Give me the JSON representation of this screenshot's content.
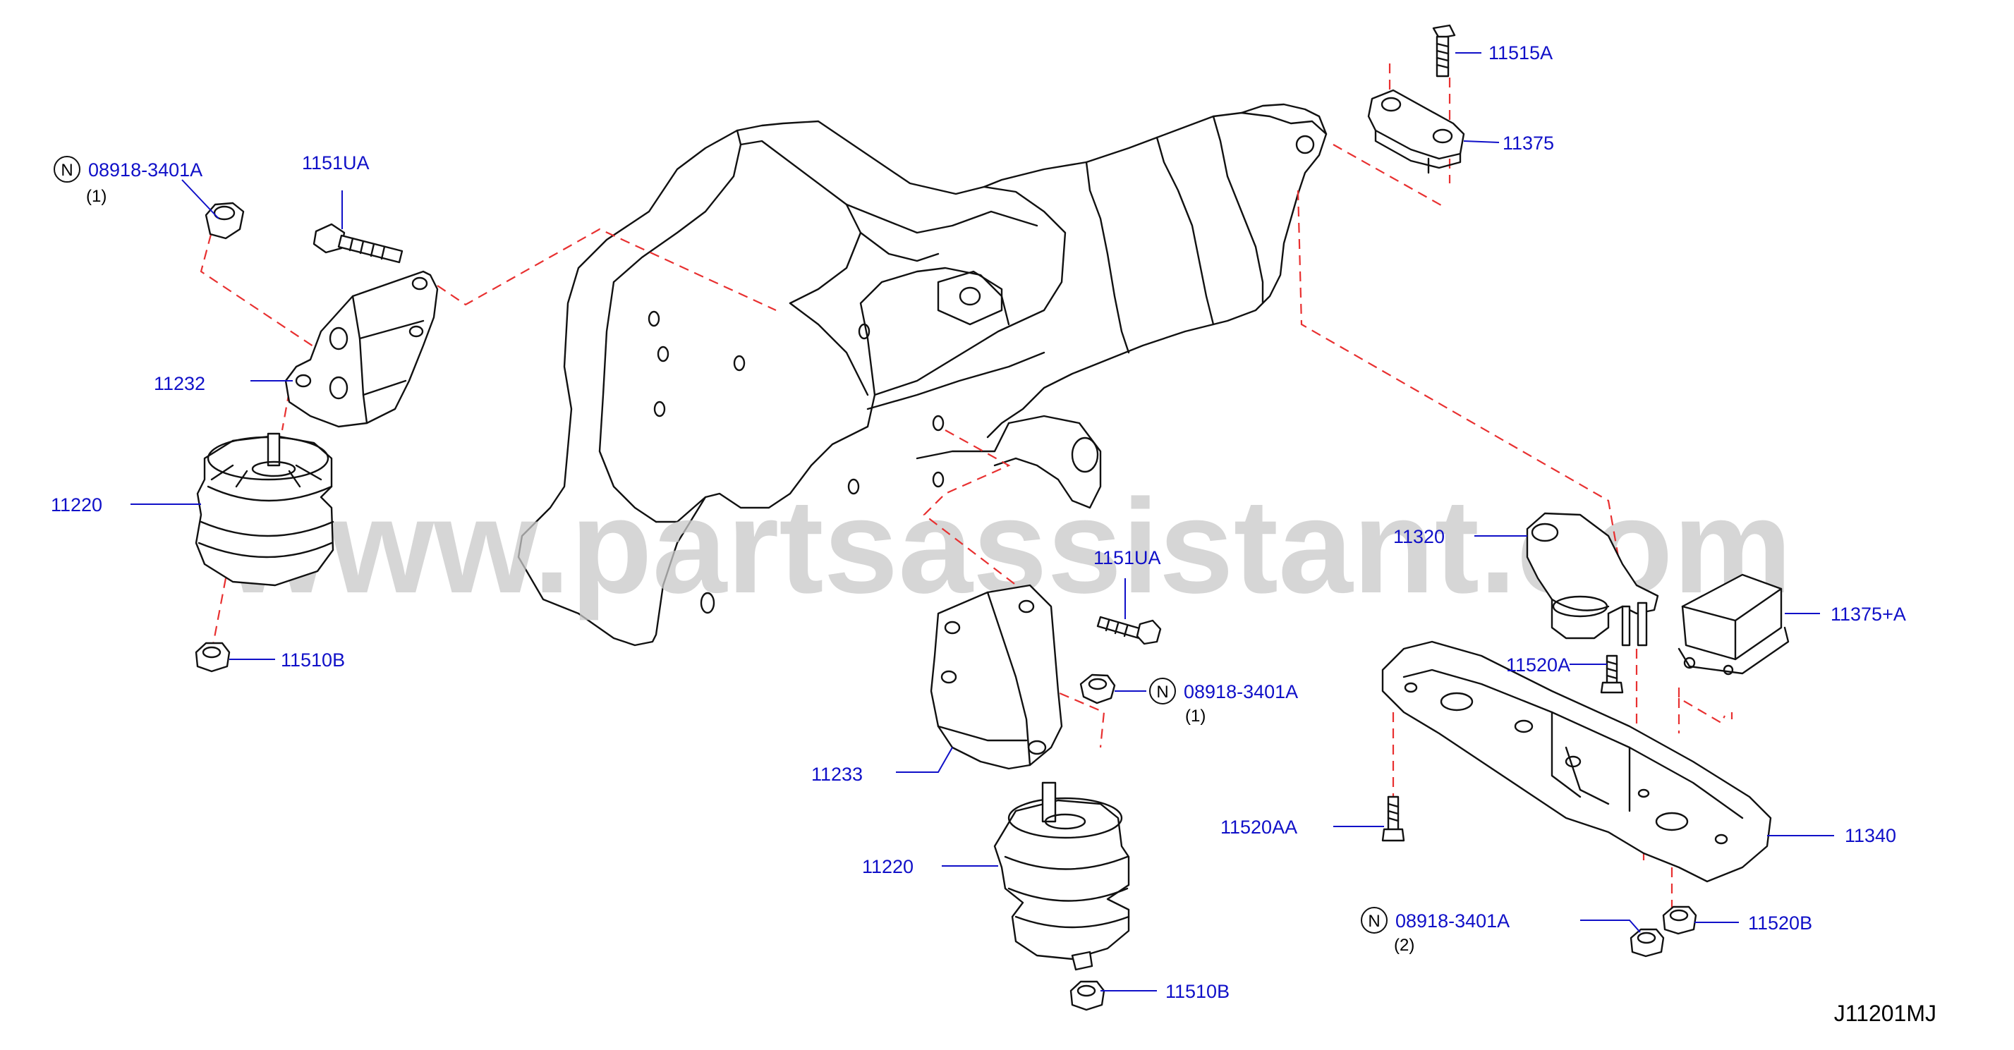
{
  "watermark": "www.partsassistant.com",
  "diagram_code": "J11201MJ",
  "labels": {
    "p11515A": "11515A",
    "p11375": "11375",
    "p08918_top": "08918-3401A",
    "p08918_top_qty": "(1)",
    "p1151UA_top": "1151UA",
    "p11232": "11232",
    "p11220_left": "11220",
    "p11510B_left": "11510B",
    "p1151UA_mid": "1151UA",
    "p08918_mid": "08918-3401A",
    "p08918_mid_qty": "(1)",
    "p11233": "11233",
    "p11220_mid": "11220",
    "p11510B_mid": "11510B",
    "p11320": "11320",
    "p11520A": "11520A",
    "p11375A": "11375+A",
    "p11520AA": "11520AA",
    "p11340": "11340",
    "p08918_bot": "08918-3401A",
    "p08918_bot_qty": "(2)",
    "p11520B": "11520B"
  },
  "nut_symbol": "N",
  "colors": {
    "label": "#1010c8",
    "dashed_line": "#e83030",
    "line_art": "#111111",
    "watermark": "#c9c9c9"
  }
}
